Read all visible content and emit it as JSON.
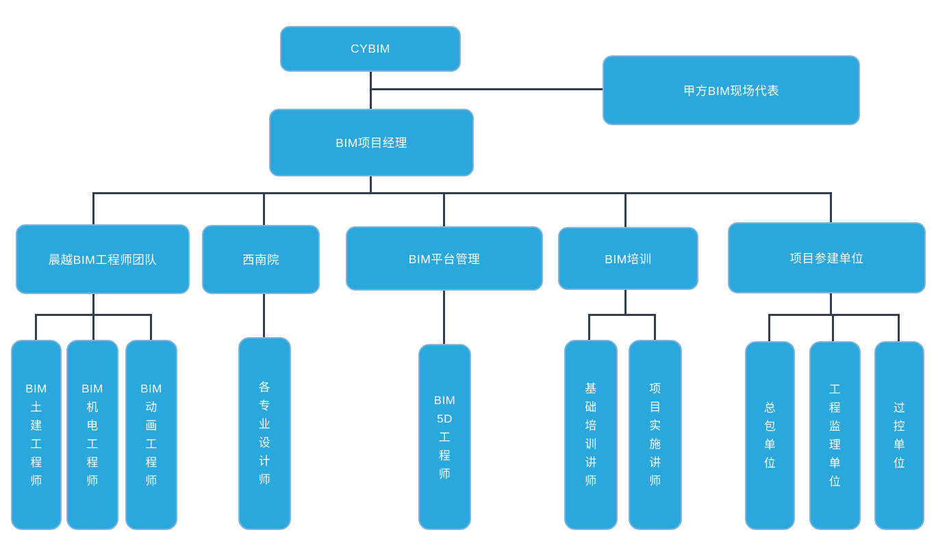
{
  "palette": {
    "box_fill": "#2aa7dc",
    "box_border": "#7eb3de",
    "line": "#323e4f",
    "text": "#ffffff",
    "background": "#ffffff"
  },
  "chart": {
    "root": {
      "label": "CYBIM"
    },
    "client_rep": {
      "label": "甲方BIM现场代表"
    },
    "manager": {
      "label": "BIM项目经理"
    },
    "branches": [
      {
        "label": "晨越BIM工程师团队",
        "children": [
          {
            "label": "BIM\n土\n建\n工\n程\n师"
          },
          {
            "label": "BIM\n机\n电\n工\n程\n师"
          },
          {
            "label": "BIM\n动\n画\n工\n程\n师"
          }
        ]
      },
      {
        "label": "西南院",
        "children": [
          {
            "label": "各\n专\n业\n设\n计\n师"
          }
        ]
      },
      {
        "label": "BIM平台管理",
        "children": [
          {
            "label": "BIM\n5D\n工\n程\n师"
          }
        ]
      },
      {
        "label": "BIM培训",
        "children": [
          {
            "label": "基\n础\n培\n训\n讲\n师"
          },
          {
            "label": "项\n目\n实\n施\n讲\n师"
          }
        ]
      },
      {
        "label": "项目参建单位",
        "children": [
          {
            "label": "总\n包\n单\n位"
          },
          {
            "label": "工\n程\n监\n理\n单\n位"
          },
          {
            "label": "过\n控\n单\n位"
          }
        ]
      }
    ]
  }
}
